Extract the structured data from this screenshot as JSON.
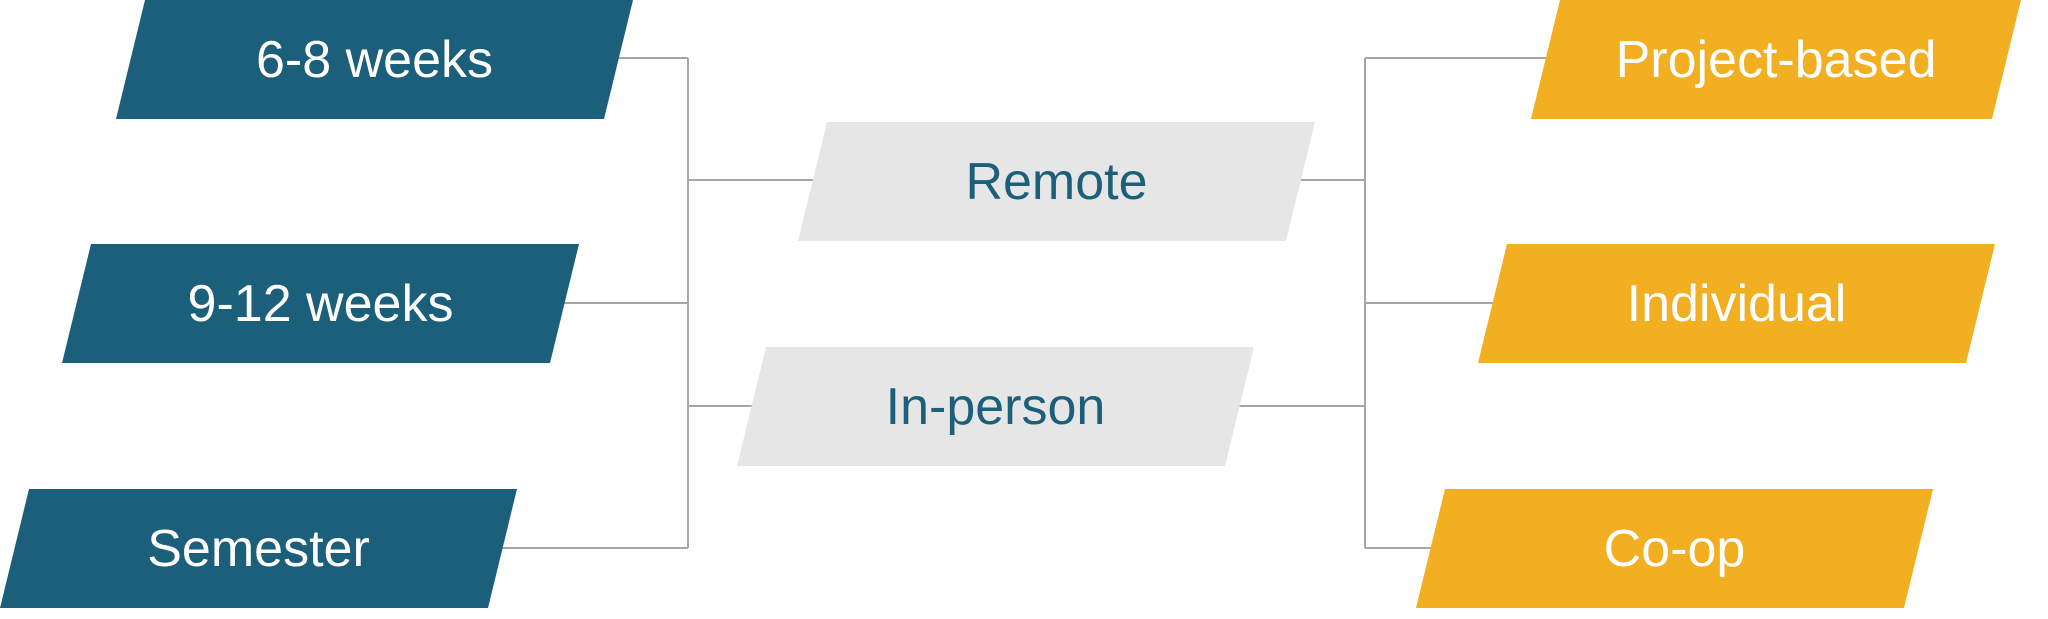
{
  "colors": {
    "duration": "#1c5f7a",
    "mode_fill": "#e6e6e6",
    "mode_text": "#1c5f7a",
    "type": "#f1af21",
    "connector": "#a6a6a6"
  },
  "durations": [
    "6-8 weeks",
    "9-12 weeks",
    "Semester"
  ],
  "modes": [
    "Remote",
    "In-person"
  ],
  "types": [
    "Project-based",
    "Individual",
    "Co-op"
  ]
}
